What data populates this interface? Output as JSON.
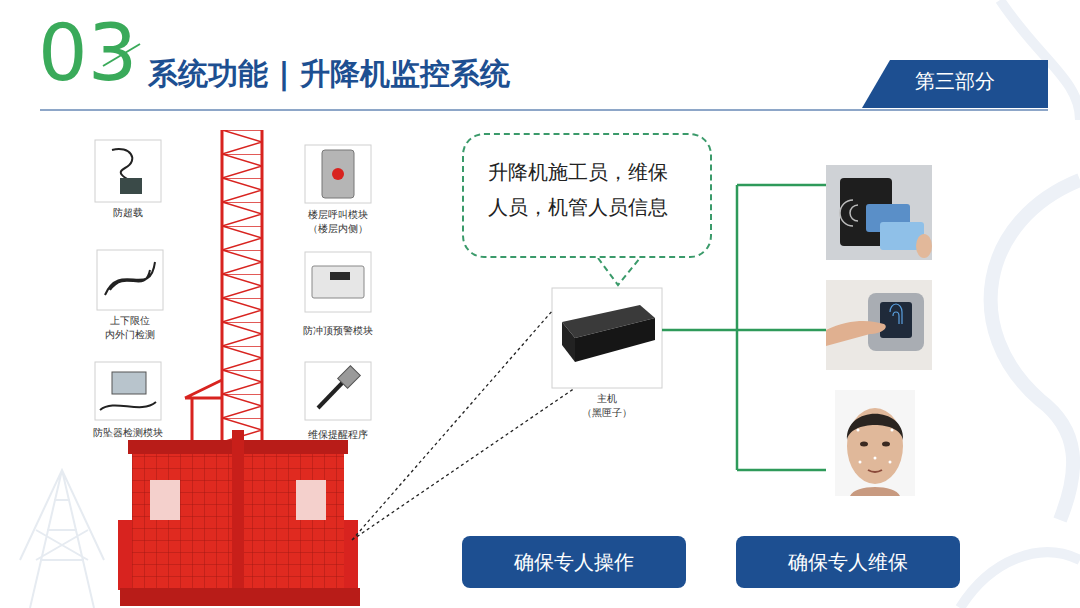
{
  "diagram": {
    "title": "系统功能 | 升降机监控系统",
    "nodes": [
      {
        "text": [
          "防超载"
        ]
      },
      {
        "text": [
          "上下限位 内外门检测"
        ]
      },
      {
        "text": [
          "防坠器检测模块"
        ]
      },
      {
        "text": [
          "楼层呼叫模块 （楼层内侧）"
        ]
      },
      {
        "text": [
          "防冲顶预警模块"
        ]
      },
      {
        "text": [
          "维保提醒程序"
        ]
      },
      {
        "text": [
          "升降机施工员，维保人员，机管人员信息"
        ]
      },
      {
        "text": [
          "主机 （黑匣子）"
        ]
      },
      {
        "text": [
          "确保专人操作"
        ]
      },
      {
        "text": [
          "确保专人维保"
        ]
      }
    ],
    "labels": [
      "03",
      "第三部分"
    ]
  }
}
